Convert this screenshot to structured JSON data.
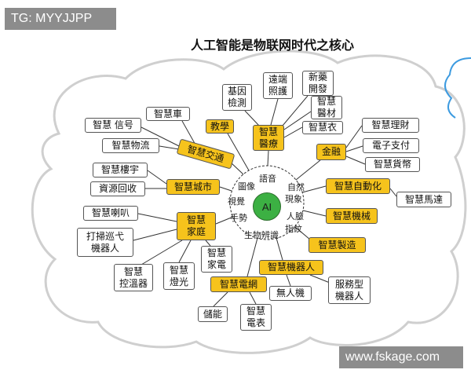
{
  "watermark_top": "TG: MYYJJPP",
  "watermark_bottom": "www.fskage.com",
  "title": "人工智能是物联网时代之核心",
  "center": {
    "label": "AI",
    "ring": {
      "speech": "語音",
      "image": "圖像",
      "nature": "自然",
      "phenomenon": "現象",
      "vision": "視覺",
      "gesture": "手勢",
      "face": "人臉",
      "fingerprint": "指紋",
      "biometrics": "生物辨識"
    }
  },
  "hubs": {
    "education": "教學",
    "medical": "智慧\n醫療",
    "transport": "智慧交通",
    "city": "智慧城市",
    "home": "智慧\n家庭",
    "finance": "金融",
    "automation": "智慧自動化",
    "machinery": "智慧機械",
    "manufacturing": "智慧製造",
    "robot": "智慧機器人",
    "grid": "智慧電網"
  },
  "leaves": {
    "gene_test": "基因\n檢測",
    "remote_care": "遠端\n照護",
    "drug_dev": "新藥\n開發",
    "med_material": "智慧\n醫材",
    "smart_clothes": "智慧衣",
    "smart_car": "智慧車",
    "smart_signal": "智慧 信号",
    "logistics": "智慧物流",
    "building": "智慧樓宇",
    "recycling": "資源回收",
    "speaker": "智慧喇叭",
    "cleaning_robot": "打掃巡弋\n機器人",
    "thermostat": "智慧\n控溫器",
    "lighting": "智慧\n燈光",
    "appliance": "智慧\n家電",
    "drone": "無人機",
    "service_robot": "服務型\n機器人",
    "storage": "儲能",
    "meter": "智慧\n電表",
    "wealth": "智慧理財",
    "e_payment": "電子支付",
    "currency": "智慧貨幣",
    "motor": "智慧馬達"
  },
  "colors": {
    "hub": "#f6c31c",
    "leaf": "#ffffff",
    "border": "#555555",
    "ai": "#3cb043",
    "wm": "#8c8c8c",
    "cloud": "#cfcfcf",
    "line": "#333333",
    "accent_blue": "#3d9be0"
  }
}
